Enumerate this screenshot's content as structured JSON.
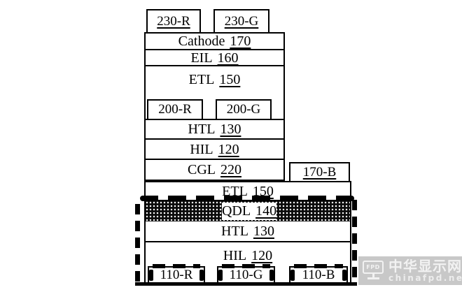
{
  "figure": {
    "type": "patent-layer-stack-diagram",
    "description": "Tandem QD-OLED display layer stack cross-section"
  },
  "stack": {
    "top_contacts": [
      {
        "label": "230-R"
      },
      {
        "label": "230-G"
      }
    ],
    "upper_layers": [
      {
        "name": "Cathode",
        "num": "170"
      },
      {
        "name": "EIL",
        "num": "160"
      },
      {
        "name": "ETL",
        "num": "150"
      },
      {
        "name": "HTL",
        "num": "130"
      },
      {
        "name": "HIL",
        "num": "120"
      },
      {
        "name": "CGL",
        "num": "220"
      }
    ],
    "mid_contacts": [
      {
        "label": "200-R"
      },
      {
        "label": "200-G"
      }
    ],
    "side_contact": {
      "label": "170-B"
    },
    "lower_layers": [
      {
        "name": "ETL",
        "num": "150"
      },
      {
        "name": "QDL",
        "num": "140"
      },
      {
        "name": "HTL",
        "num": "130"
      },
      {
        "name": "HIL",
        "num": "120"
      }
    ],
    "bottom_contacts": [
      {
        "label": "110-R"
      },
      {
        "label": "110-G"
      },
      {
        "label": "110-B"
      }
    ]
  },
  "watermark": {
    "icon_label": "FPD",
    "title": "中华显示网",
    "url": "chinafpd.net",
    "bg_color": "#c4c4c4",
    "text_color": "#f2f2f2"
  },
  "colors": {
    "line": "#000000",
    "background": "#ffffff",
    "qdl_band": "#0b0b0b",
    "qdl_dots": "#ffffff"
  }
}
